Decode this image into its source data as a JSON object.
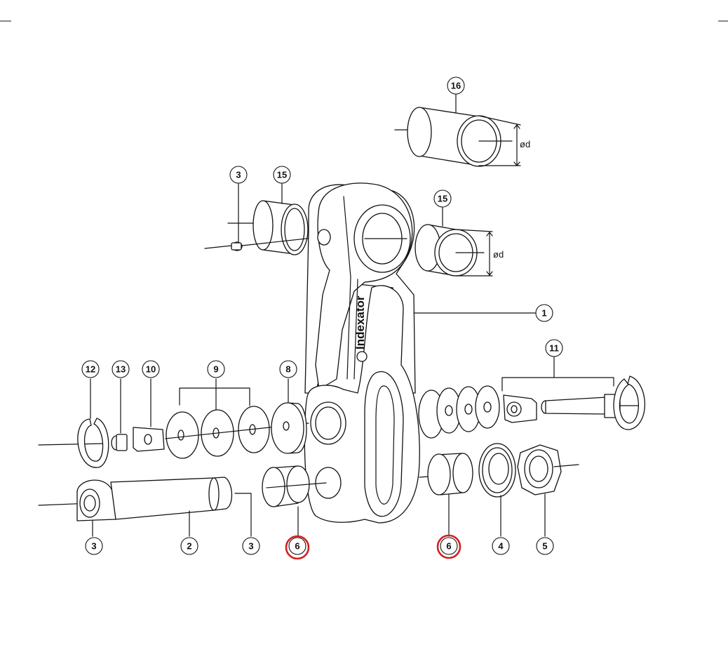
{
  "brand": {
    "name": "Indexator"
  },
  "dimension_label": "ød",
  "highlight_color": "#d42020",
  "callouts": [
    {
      "id": "c-16",
      "label": "16"
    },
    {
      "id": "c-3-top",
      "label": "3"
    },
    {
      "id": "c-15-left",
      "label": "15"
    },
    {
      "id": "c-15-right",
      "label": "15"
    },
    {
      "id": "c-1",
      "label": "1"
    },
    {
      "id": "c-11",
      "label": "11"
    },
    {
      "id": "c-12",
      "label": "12"
    },
    {
      "id": "c-13",
      "label": "13"
    },
    {
      "id": "c-10",
      "label": "10"
    },
    {
      "id": "c-9",
      "label": "9"
    },
    {
      "id": "c-8",
      "label": "8"
    },
    {
      "id": "c-3-left",
      "label": "3"
    },
    {
      "id": "c-2",
      "label": "2"
    },
    {
      "id": "c-3-mid",
      "label": "3"
    },
    {
      "id": "c-6-left",
      "label": "6",
      "highlighted": true
    },
    {
      "id": "c-6-right",
      "label": "6",
      "highlighted": true
    },
    {
      "id": "c-4",
      "label": "4"
    },
    {
      "id": "c-5",
      "label": "5"
    }
  ]
}
